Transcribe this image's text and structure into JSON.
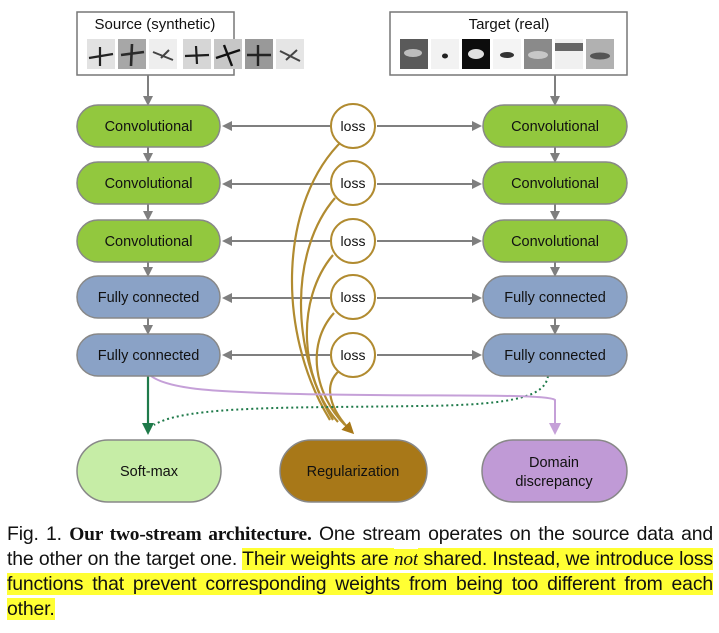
{
  "source": {
    "title": "Source (synthetic)"
  },
  "target": {
    "title": "Target (real)"
  },
  "layers": [
    {
      "label": "Convolutional",
      "kind": "conv",
      "loss": "loss"
    },
    {
      "label": "Convolutional",
      "kind": "conv",
      "loss": "loss"
    },
    {
      "label": "Convolutional",
      "kind": "conv",
      "loss": "loss"
    },
    {
      "label": "Fully connected",
      "kind": "fc",
      "loss": "loss"
    },
    {
      "label": "Fully connected",
      "kind": "fc",
      "loss": "loss"
    }
  ],
  "outputs": {
    "softmax": "Soft-max",
    "regularization": "Regularization",
    "domain_line1": "Domain",
    "domain_line2": "discrepancy"
  },
  "colors": {
    "conv": "#92c83e",
    "fc": "#8aa2c6",
    "softmax": "#c6eda6",
    "regularization": "#a87818",
    "domain": "#c09ad6",
    "loss_stroke": "#b18b30",
    "arrow": "#7f7f7f",
    "green_arrow": "#1f7a4a",
    "purple_arrow": "#c5a0d8",
    "highlight": "#ffff33"
  },
  "caption": {
    "fig": "Fig. 1.",
    "bold": "Our two-stream architecture.",
    "part1": "One stream operates on the source data and the other on the target one.",
    "hl1": "Their weights are",
    "not": "not",
    "hl2": "shared. Instead, we introduce loss functions that prevent corresponding weights from being too different from each other."
  }
}
